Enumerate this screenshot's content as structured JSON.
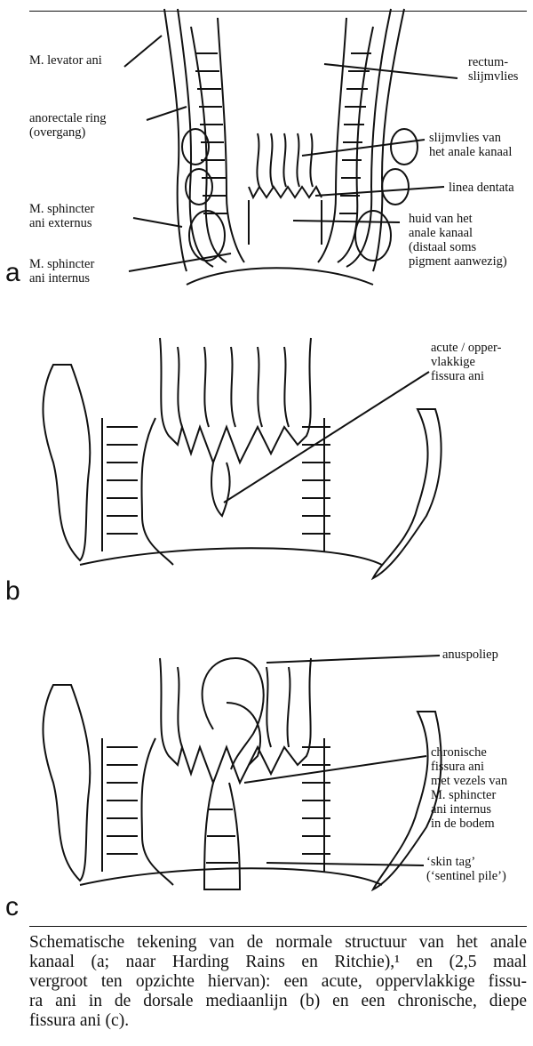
{
  "panels": {
    "a": {
      "letter": "a",
      "labels": {
        "levator": "M. levator ani",
        "anorectal_ring": "anorectale ring\n(overgang)",
        "sphincter_externus": "M. sphincter\nani externus",
        "sphincter_internus": "M. sphincter\nani internus",
        "rectum_mucosa": "rectum-\nslijmvlies",
        "anal_mucosa": "slijmvlies van\nhet anale kanaal",
        "linea_dentata": "linea dentata",
        "anal_skin": "huid van het\nanale kanaal\n(distaal soms\npigment aanwezig)"
      }
    },
    "b": {
      "letter": "b",
      "labels": {
        "acute_fissure": "acute / opper-\nvlakkige\nfissura ani"
      }
    },
    "c": {
      "letter": "c",
      "labels": {
        "polyp": "anuspoliep",
        "chronic_fissure": "chronische\nfissura ani\nmet vezels van\nM. sphincter\nani internus\nin de bodem",
        "skin_tag": "‘skin tag’\n(‘sentinel pile’)"
      }
    }
  },
  "caption": {
    "line1": "Schematische tekening van de normale structuur van het anale",
    "line2": "kanaal (a; naar Harding Rains en Ritchie),¹ en (2,5 maal",
    "line3": "vergroot ten opzichte hiervan): een acute, oppervlakkige fissu-",
    "line4": "ra ani in de dorsale mediaanlijn (b) en een chronische, diepe",
    "line5": "fissura ani (c)."
  }
}
